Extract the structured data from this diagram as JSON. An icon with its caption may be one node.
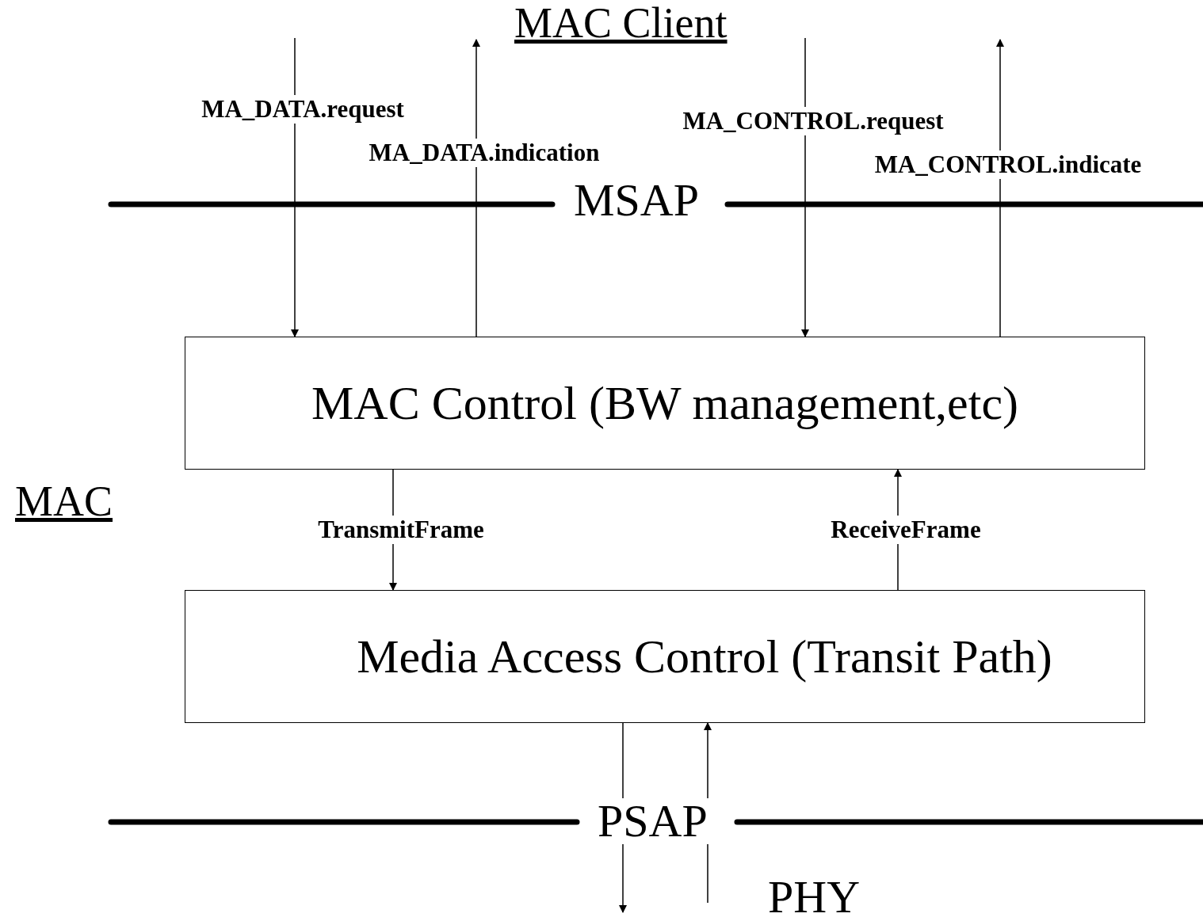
{
  "diagram": {
    "nodes": [
      {
        "text": [
          "MAC Control (BW management,etc)"
        ]
      },
      {
        "text": [
          "Media Access Control (Transit Path)"
        ]
      }
    ],
    "edges": [
      {
        "from": null,
        "to": 0,
        "arrow": "to",
        "label": "MA_DATA.request"
      },
      {
        "from": 0,
        "to": null,
        "arrow": "to",
        "label": "MA_DATA.indication"
      },
      {
        "from": null,
        "to": 0,
        "arrow": "to",
        "label": "MA_CONTROL.request"
      },
      {
        "from": 0,
        "to": null,
        "arrow": "to",
        "label": "MA_CONTROL.indicate"
      },
      {
        "from": 0,
        "to": 1,
        "arrow": "to",
        "label": "TransmitFrame"
      },
      {
        "from": 1,
        "to": 0,
        "arrow": "to",
        "label": "ReceiveFrame"
      },
      {
        "from": 1,
        "to": null,
        "arrow": "to"
      },
      {
        "from": null,
        "to": 1,
        "arrow": "to"
      }
    ],
    "labels": [
      "MAC Client",
      "MSAP",
      "MAC",
      "PSAP",
      "PHY"
    ]
  }
}
